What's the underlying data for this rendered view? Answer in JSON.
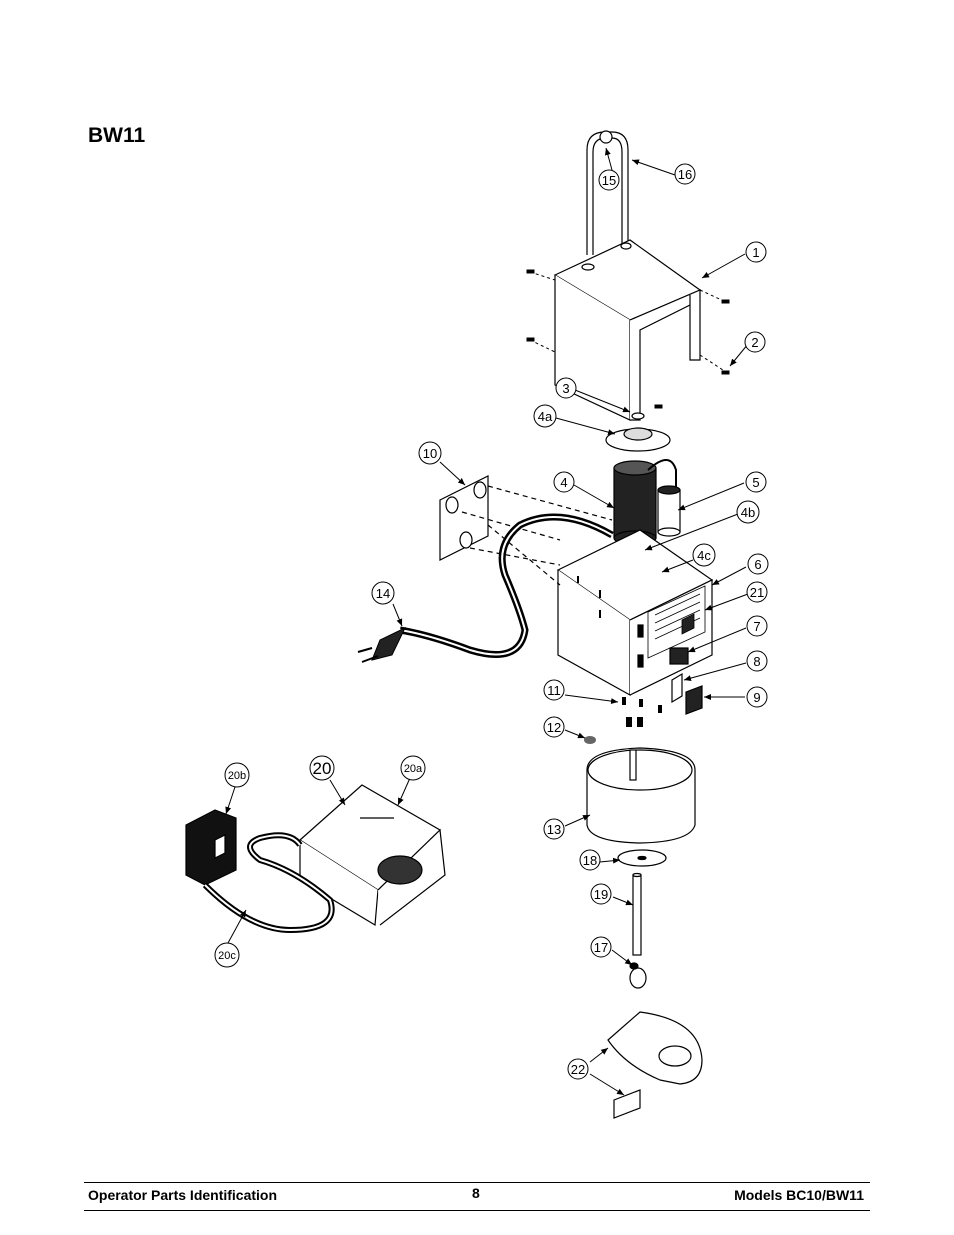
{
  "page": {
    "model_title": "BW11",
    "footer_left": "Operator Parts Identification",
    "footer_page": "8",
    "footer_right": "Models BC10/BW11"
  },
  "callouts": [
    "1",
    "2",
    "3",
    "4",
    "4a",
    "4b",
    "4c",
    "5",
    "6",
    "7",
    "8",
    "9",
    "10",
    "11",
    "12",
    "13",
    "14",
    "15",
    "16",
    "17",
    "18",
    "19",
    "20",
    "20a",
    "20b",
    "20c",
    "21",
    "22"
  ]
}
